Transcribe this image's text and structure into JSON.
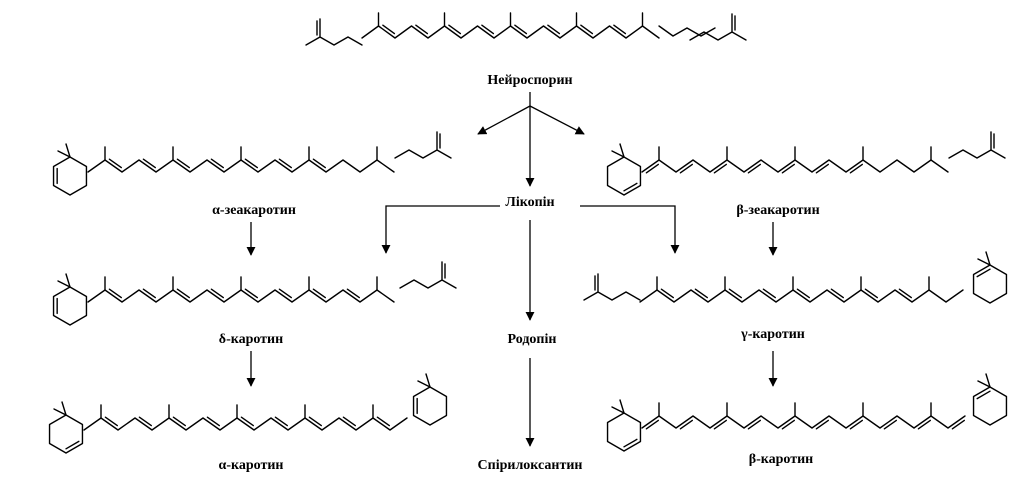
{
  "labels": {
    "neurosporene": "Нейроспорин",
    "lycopene": "Лікопін",
    "alpha_zeacarotene": "α-зеакаротин",
    "beta_zeacarotene": "β-зеакаротин",
    "delta_carotene": "δ-каротин",
    "gamma_carotene": "γ-каротин",
    "rhodopin": "Родопін",
    "alpha_carotene": "α-каротин",
    "beta_carotene": "β-каротин",
    "spirilloxanthin": "Спірилоксантин"
  },
  "colors": {
    "ink": "#000000",
    "background": "#ffffff"
  }
}
